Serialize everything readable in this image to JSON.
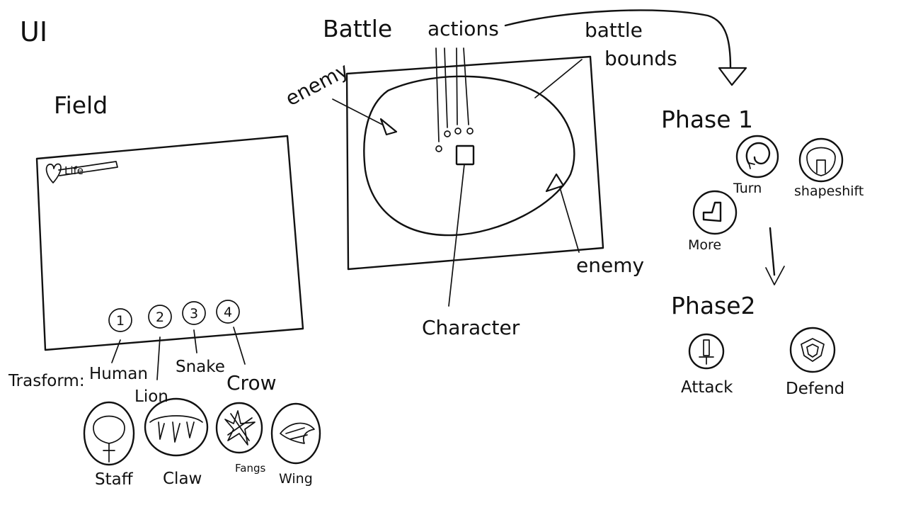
{
  "page": {
    "title": "UI"
  },
  "field": {
    "heading": "Field",
    "life_label": "Life",
    "slots": [
      "1",
      "2",
      "3",
      "4"
    ],
    "transform_label": "Trasform:",
    "transform_names": [
      "Human",
      "Lion",
      "Snake",
      "Crow"
    ],
    "weapons": [
      {
        "label": "Staff",
        "icon": "staff-icon"
      },
      {
        "label": "Claw",
        "icon": "claw-icon"
      },
      {
        "label": "Fangs",
        "icon": "fangs-icon"
      },
      {
        "label": "Wing",
        "icon": "wing-icon"
      }
    ]
  },
  "battle": {
    "heading": "Battle",
    "actions_label": "actions",
    "bounds_label_line1": "battle",
    "bounds_label_line2": "bounds",
    "enemy_label": "enemy",
    "character_label": "Character"
  },
  "phases": [
    {
      "title": "Phase 1",
      "buttons": [
        {
          "label": "Turn",
          "icon": "turn-icon"
        },
        {
          "label": "shapeshift",
          "icon": "shapeshift-icon"
        },
        {
          "label": "More",
          "icon": "more-icon"
        }
      ]
    },
    {
      "title": "Phase2",
      "buttons": [
        {
          "label": "Attack",
          "icon": "sword-icon"
        },
        {
          "label": "Defend",
          "icon": "shield-icon"
        }
      ]
    }
  ]
}
